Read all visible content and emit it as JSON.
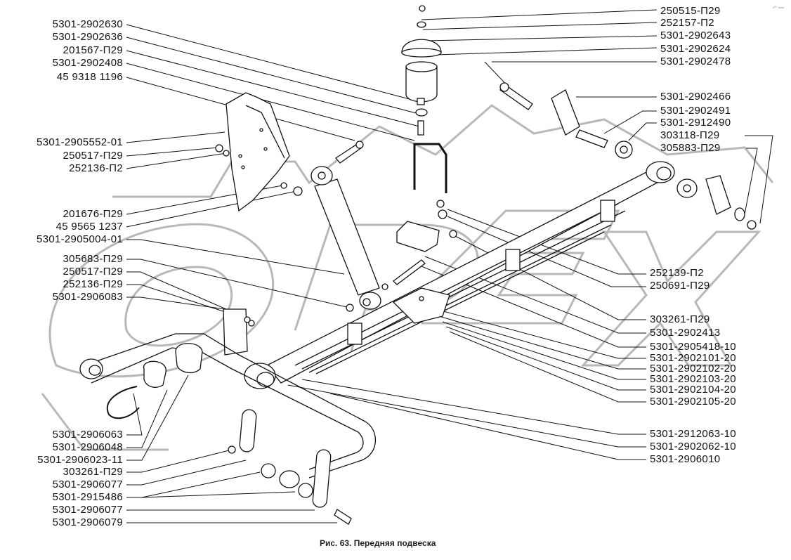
{
  "figure": {
    "caption": "Рис. 63. Передняя подвеска",
    "watermark": "OPEX",
    "colors": {
      "ink": "#111111",
      "watermark": "#b5b5b5",
      "background": "#ffffff"
    }
  },
  "labels_left": [
    {
      "id": "L1",
      "text": "5301-2902630"
    },
    {
      "id": "L2",
      "text": "5301-2902636"
    },
    {
      "id": "L3",
      "text": "201567-П29"
    },
    {
      "id": "L4",
      "text": "5301-2902408"
    },
    {
      "id": "L5",
      "text": "45 9318 1196"
    },
    {
      "id": "L6",
      "text": "5301-2905552-01"
    },
    {
      "id": "L7",
      "text": "250517-П29"
    },
    {
      "id": "L8",
      "text": "252136-П2"
    },
    {
      "id": "L9",
      "text": "201676-П29"
    },
    {
      "id": "L10",
      "text": "45 9565 1237"
    },
    {
      "id": "L11",
      "text": "5301-2905004-01"
    },
    {
      "id": "L12",
      "text": "305683-П29"
    },
    {
      "id": "L13",
      "text": "250517-П29"
    },
    {
      "id": "L14",
      "text": "252136-П29"
    },
    {
      "id": "L15",
      "text": "5301-2906083"
    },
    {
      "id": "L16",
      "text": "5301-2906063"
    },
    {
      "id": "L17",
      "text": "5301-2906048"
    },
    {
      "id": "L18",
      "text": "5301-2906023-11"
    },
    {
      "id": "L19",
      "text": "303261-П29"
    },
    {
      "id": "L20",
      "text": "5301-2906077"
    },
    {
      "id": "L21",
      "text": "5301-2915486"
    },
    {
      "id": "L22",
      "text": "5301-2906077"
    },
    {
      "id": "L23",
      "text": "5301-2906079"
    }
  ],
  "labels_right": [
    {
      "id": "R1",
      "text": "250515-П29"
    },
    {
      "id": "R2",
      "text": "252157-П2"
    },
    {
      "id": "R3",
      "text": "5301-2902643"
    },
    {
      "id": "R4",
      "text": "5301-2902624"
    },
    {
      "id": "R5",
      "text": "5301-2902478"
    },
    {
      "id": "R6",
      "text": "5301-2902466"
    },
    {
      "id": "R7",
      "text": "5301-2902491"
    },
    {
      "id": "R8",
      "text": "5301-2912490"
    },
    {
      "id": "R9",
      "text": "303118-П29"
    },
    {
      "id": "R10",
      "text": "305883-П29"
    },
    {
      "id": "R11",
      "text": "252139-П2"
    },
    {
      "id": "R12",
      "text": "250691-П29"
    },
    {
      "id": "R13",
      "text": "303261-П29"
    },
    {
      "id": "R14",
      "text": "5301-2902413"
    },
    {
      "id": "R15",
      "text": "5301-2905418-10"
    },
    {
      "id": "R16",
      "text": "5301-2902101-20"
    },
    {
      "id": "R17",
      "text": "5301-2902102-20"
    },
    {
      "id": "R18",
      "text": "5301-2902103-20"
    },
    {
      "id": "R19",
      "text": "5301-2902104-20"
    },
    {
      "id": "R20",
      "text": "5301-2902105-20"
    },
    {
      "id": "R21",
      "text": "5301-2912063-10"
    },
    {
      "id": "R22",
      "text": "5301-2902062-10"
    },
    {
      "id": "R23",
      "text": "5301-2906010"
    }
  ]
}
